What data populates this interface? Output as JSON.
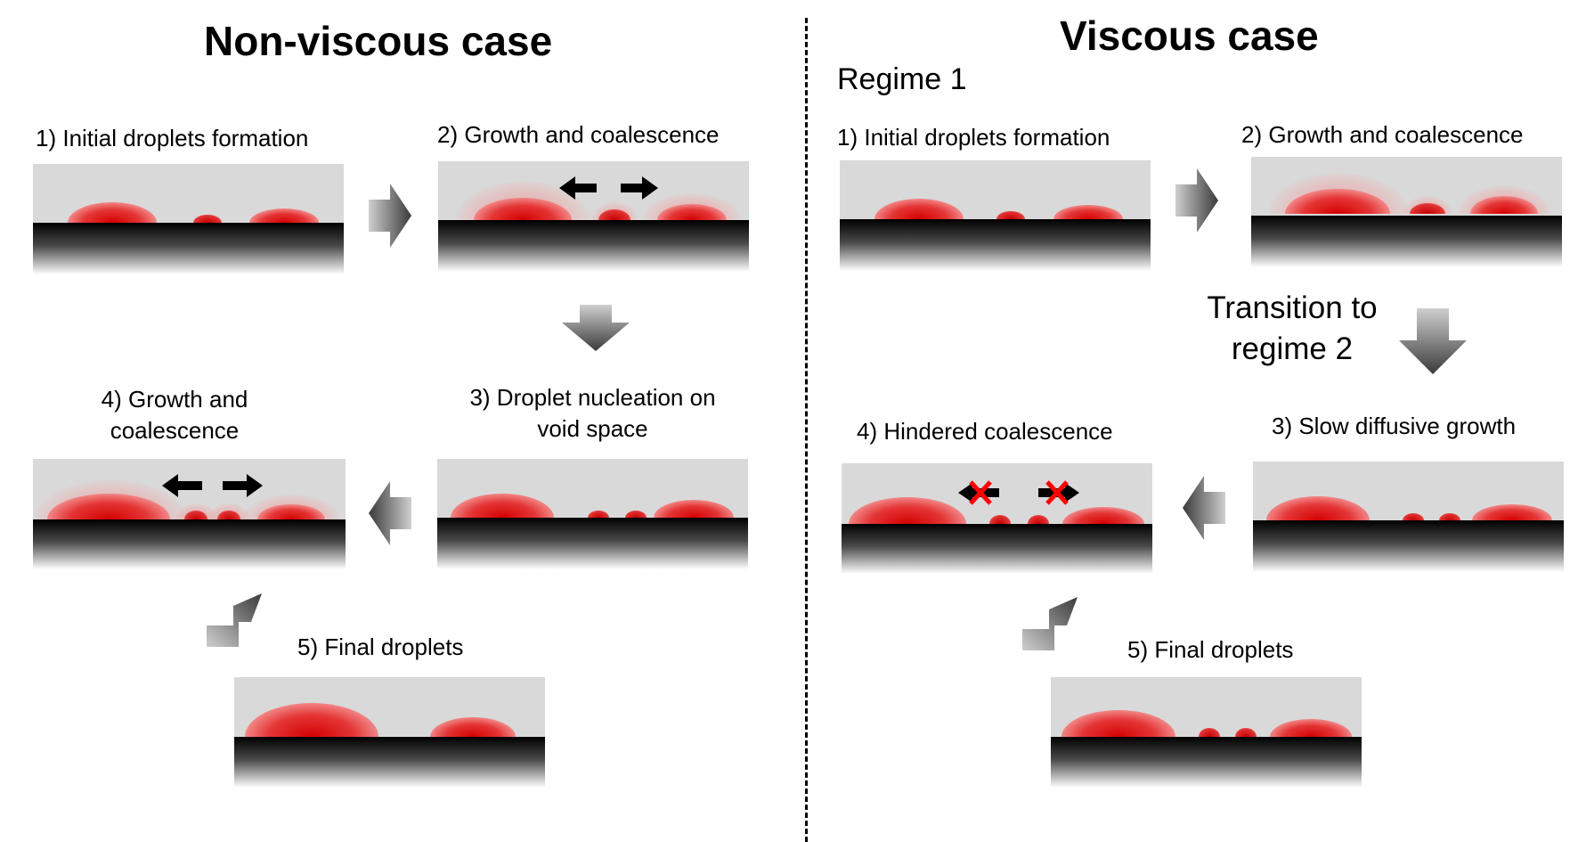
{
  "colors": {
    "droplet": "#e02020",
    "background": "#d9d9d9",
    "substrate": "#000000",
    "arrow_dark": "#404040",
    "cross": "#ff0000"
  },
  "left": {
    "title": "Non-viscous case",
    "step1": "1) Initial droplets formation",
    "step2": "2) Growth and coalescence",
    "step3_line1": "3) Droplet nucleation on",
    "step3_line2": "void space",
    "step4_line1": "4) Growth and",
    "step4_line2": "coalescence",
    "step5": "5) Final droplets"
  },
  "right": {
    "title": "Viscous case",
    "regime": "Regime 1",
    "step1": "1) Initial droplets formation",
    "step2": "2) Growth and coalescence",
    "transition_line1": "Transition to",
    "transition_line2": "regime 2",
    "step3": "3) Slow diffusive growth",
    "step4": "4) Hindered coalescence",
    "step5": "5) Final droplets"
  },
  "icons": {
    "flow_arrow": "gradient-block-arrow-icon",
    "motion_arrow": "black-arrow-icon",
    "blocked": "red-cross-icon"
  }
}
